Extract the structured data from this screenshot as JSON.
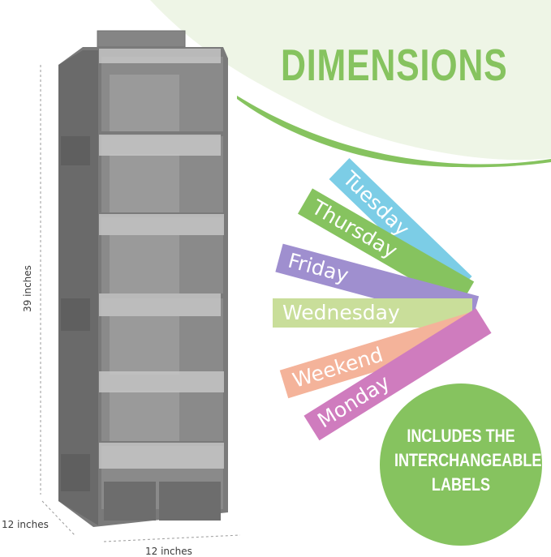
{
  "heading": "DIMENSIONS",
  "dimensions": {
    "height": "39 inches",
    "depth": "12 inches",
    "width": "12 inches"
  },
  "labels": [
    {
      "text": "Tuesday",
      "color": "#7ccde6"
    },
    {
      "text": "Thursday",
      "color": "#86c35f"
    },
    {
      "text": "Friday",
      "color": "#9f8fcf"
    },
    {
      "text": "Wednesday",
      "color": "#c9de9a"
    },
    {
      "text": "Weekend",
      "color": "#f4b39a"
    },
    {
      "text": "Monday",
      "color": "#cf7cbe"
    }
  ],
  "badge": {
    "line1": "INCLUDES THE",
    "line2": "INTERCHANGEABLE",
    "line3": "LABELS"
  },
  "colors": {
    "accent_green": "#86c35f",
    "organizer_gray": "#7d7d7d"
  }
}
